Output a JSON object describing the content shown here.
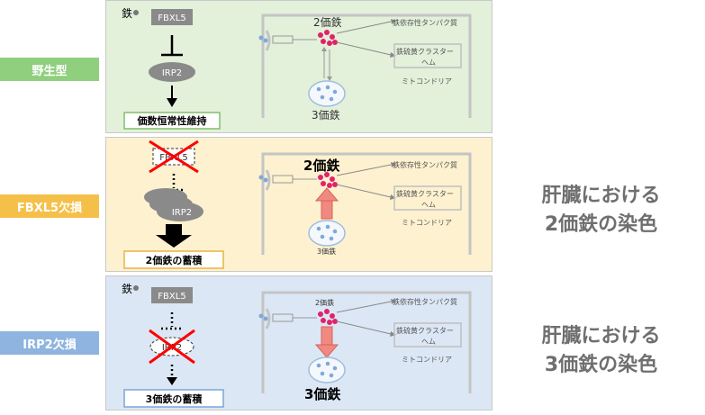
{
  "colors": {
    "wildtype_bar": "#8fcf7e",
    "fbxl5_bar": "#f5c04a",
    "irp2_bar": "#8eb4df",
    "wildtype_panel": "#e3f0da",
    "fbxl5_panel": "#fdf1cf",
    "irp2_panel": "#dce7f5",
    "cross": "#ff0000",
    "iron_dot": "#e0236a",
    "red_arrow": "#f08a80"
  },
  "labels": {
    "wildtype": "野生型",
    "fbxl5_deficient": "FBXL5欠損",
    "irp2_deficient": "IRP2欠損"
  },
  "panels": {
    "wildtype": {
      "iron": "鉄",
      "fbxl5": "FBXL5",
      "irp2": "IRP2",
      "result": "価数恒常性維持",
      "ferrous": "2価鉄",
      "ferric": "3価鉄",
      "target1": "鉄依存性タンパク質",
      "target2_line1": "鉄硫黄クラスター",
      "target2_line2": "ヘム",
      "mitochondria": "ミトコンドリア"
    },
    "fbxl5": {
      "fbxl5": "FBXL5",
      "irp2": "IRP2",
      "result": "2価鉄の蓄積",
      "ferrous": "2価鉄",
      "ferric": "3価鉄",
      "target1": "鉄依存性タンパク質",
      "target2_line1": "鉄硫黄クラスター",
      "target2_line2": "ヘム",
      "mitochondria": "ミトコンドリア"
    },
    "irp2": {
      "iron": "鉄",
      "fbxl5": "FBXL5",
      "irp2": "IRP2",
      "result": "3価鉄の蓄積",
      "ferrous": "2価鉄",
      "ferric": "3価鉄",
      "target1": "鉄依存性タンパク質",
      "target2_line1": "鉄硫黄クラスター",
      "target2_line2": "ヘム",
      "mitochondria": "ミトコンドリア"
    }
  },
  "captions": {
    "ferrous_line1": "肝臓における",
    "ferrous_line2": "2価鉄の染色",
    "ferric_line1": "肝臓における",
    "ferric_line2": "3価鉄の染色"
  }
}
